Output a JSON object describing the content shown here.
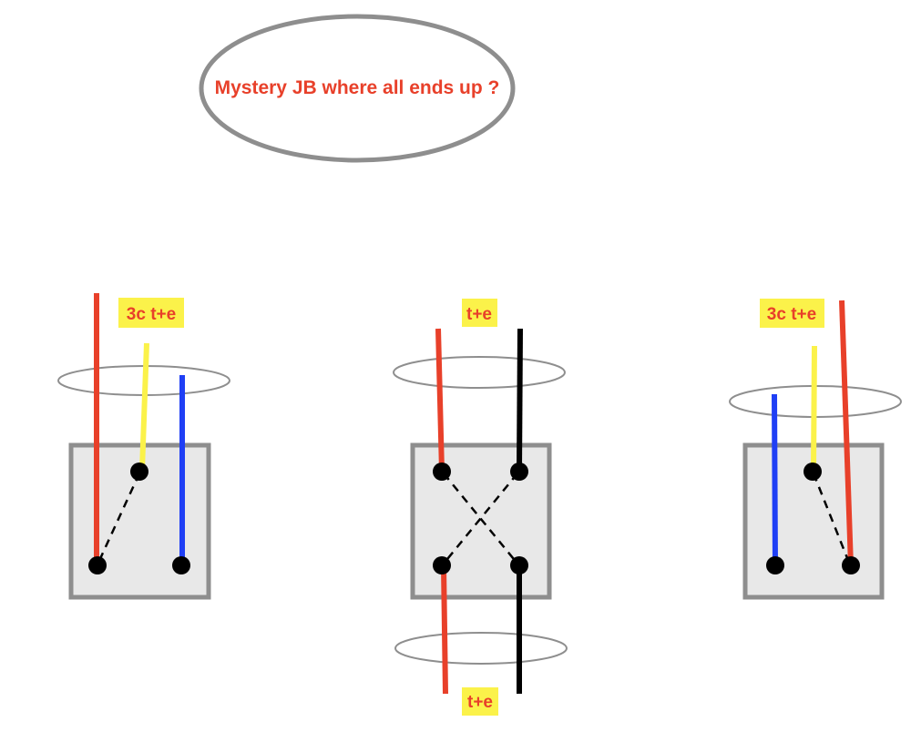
{
  "title": "Mystery JB where all ends up ?",
  "switches": [
    {
      "id": "left",
      "cable_labels": [
        "3c t+e"
      ]
    },
    {
      "id": "middle",
      "cable_labels": [
        "t+e",
        "t+e"
      ]
    },
    {
      "id": "right",
      "cable_labels": [
        "3c t+e"
      ]
    }
  ],
  "wire_colors": {
    "red": "#e8402a",
    "yellow": "#fbf24a",
    "blue": "#1f3ff5",
    "black": "#000000"
  },
  "colors": {
    "label_text": "#e8402a",
    "label_bg": "#fbf24a",
    "box_fill": "#e8e8e8",
    "box_stroke": "#8e8e8e"
  }
}
